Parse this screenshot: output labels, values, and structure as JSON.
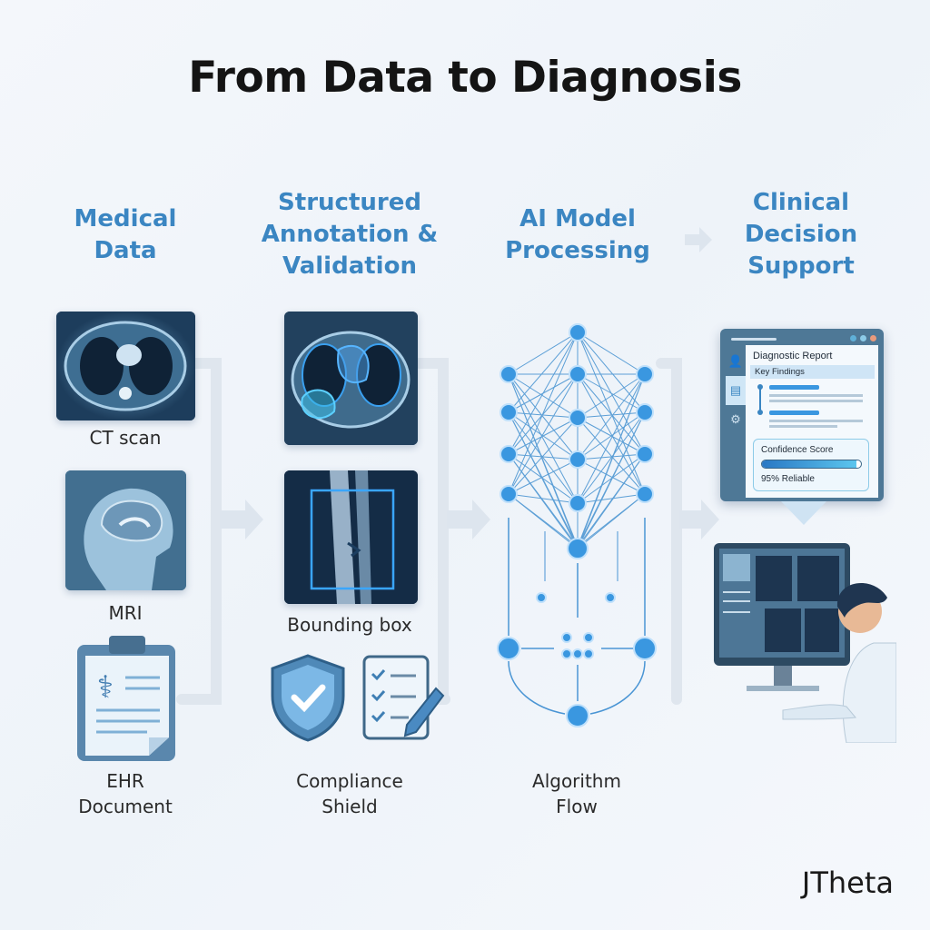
{
  "title": "From Data to Diagnosis",
  "columns": [
    {
      "header": [
        "Medical",
        "Data"
      ],
      "items": [
        "CT scan",
        "MRI",
        "EHR Document"
      ]
    },
    {
      "header": [
        "Structured",
        "Annotation &",
        "Validation"
      ],
      "items": [
        "Bounding box",
        "Compliance Shield"
      ]
    },
    {
      "header": [
        "AI Model",
        "Processing"
      ],
      "items": [
        "Algorithm Flow"
      ]
    },
    {
      "header": [
        "Clinical",
        "Decision",
        "Support"
      ],
      "items": []
    }
  ],
  "ehr_lines": [
    "EHR",
    "Document"
  ],
  "compliance_lines": [
    "Compliance",
    "Shield"
  ],
  "algorithm_lines": [
    "Algorithm",
    "Flow"
  ],
  "report": {
    "title": "Diagnostic Report",
    "section": "Key Findings",
    "confidence_label": "Confidence Score",
    "confidence_value": 0.95,
    "confidence_text": "95% Reliable"
  },
  "brand": "JTheta",
  "colors": {
    "accent": "#3b86c2",
    "node": "#3a97e0",
    "panel": "#4e7896"
  }
}
